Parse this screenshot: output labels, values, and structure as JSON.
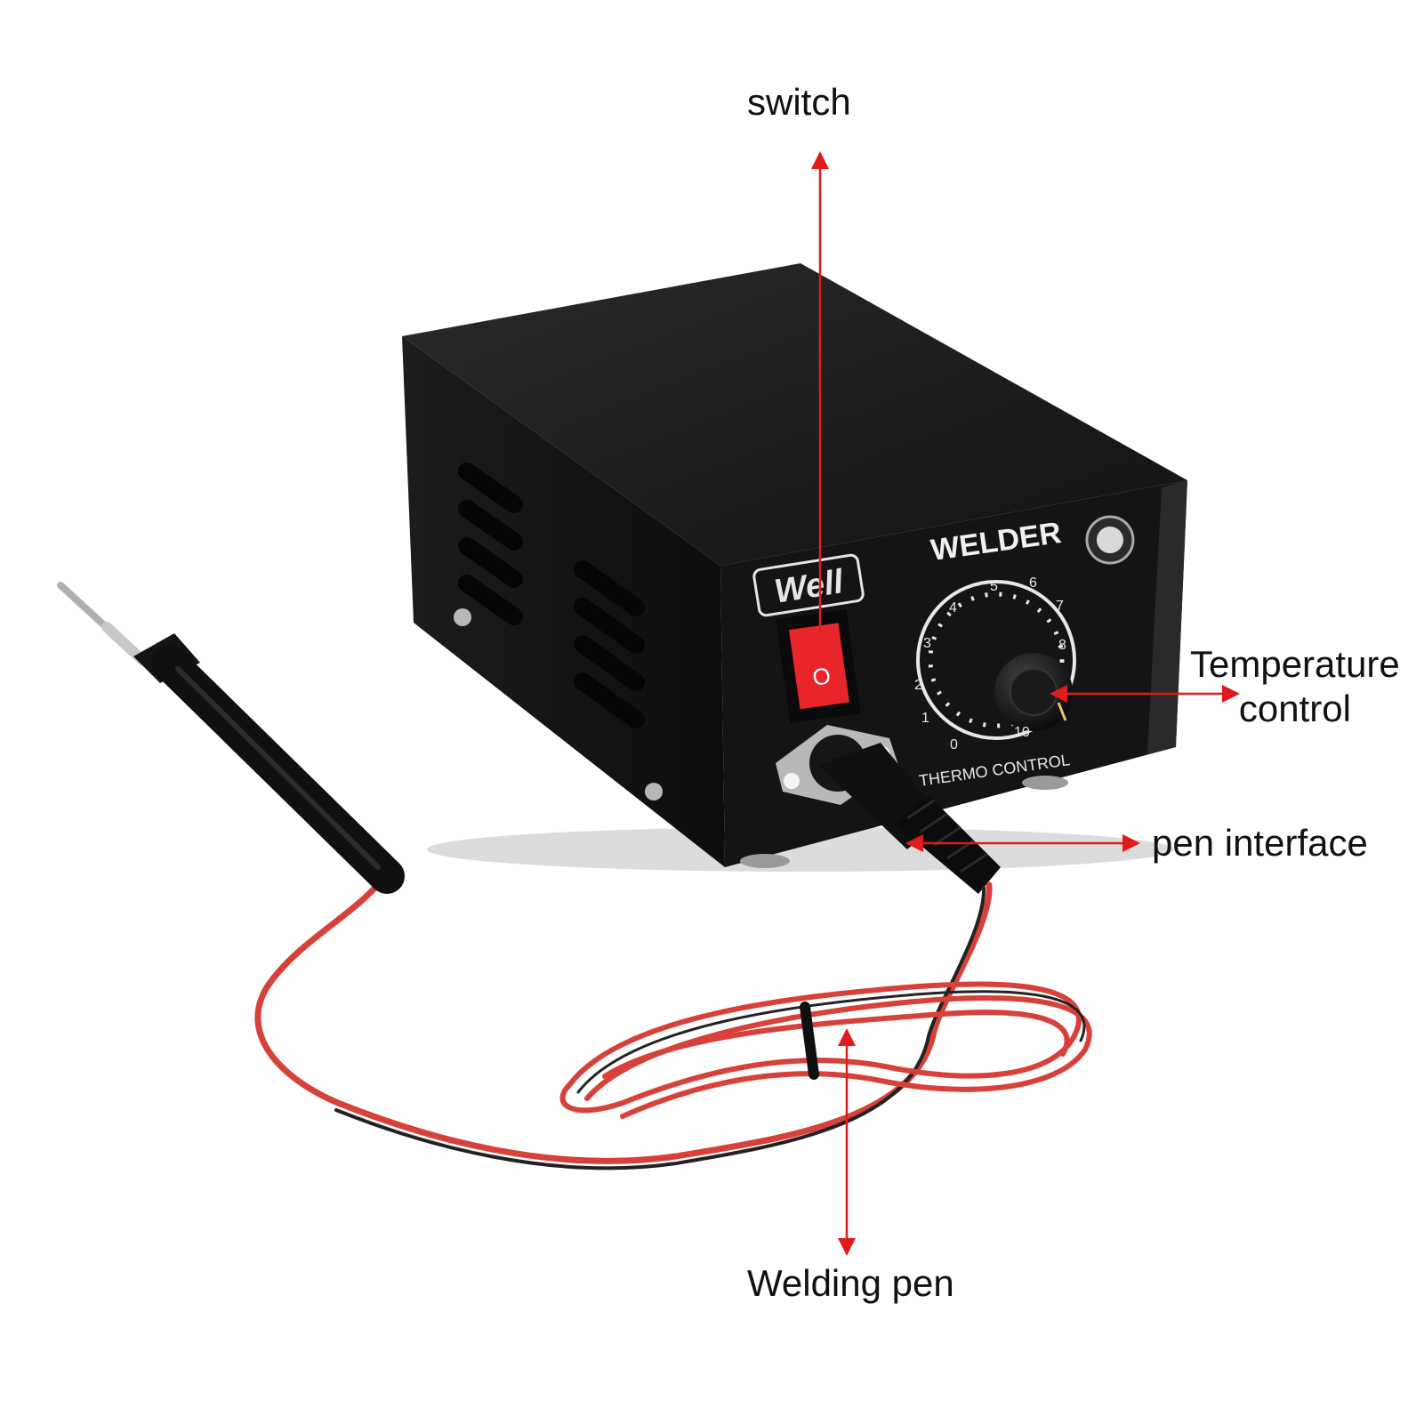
{
  "callouts": {
    "switch": "switch",
    "temperature_control": [
      "Temperature",
      "control"
    ],
    "pen_interface": "pen interface",
    "welding_pen": "Welding pen"
  },
  "device": {
    "brand_logo": "Well",
    "title": "WELDER",
    "dial_caption": "THERMO CONTROL",
    "switch_symbol": "O",
    "dial_scale": [
      "0",
      "1",
      "2",
      "3",
      "4",
      "5",
      "6",
      "7",
      "8",
      "10"
    ]
  },
  "colors": {
    "callout_line": "#e01b1b",
    "casing": "#1a1a1a",
    "switch": "#e8262a",
    "wire_red": "#d8403a",
    "wire_black": "#222222"
  }
}
